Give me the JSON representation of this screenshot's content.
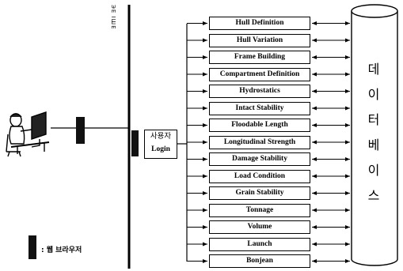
{
  "server_label": "ЭE IШE",
  "login": {
    "line1": "사용자",
    "line2": "Login"
  },
  "modules": [
    "Hull Definition",
    "Hull Variation",
    "Frame Building",
    "Compartment Definition",
    "Hydrostatics",
    "Intact Stability",
    "Floodable Length",
    "Longitudinal Strength",
    "Damage Stability",
    "Load Condition",
    "Grain Stability",
    "Tonnage",
    "Volume",
    "Launch",
    "Bonjean"
  ],
  "database_chars": [
    "데",
    "이",
    "터",
    "베",
    "이",
    "스"
  ],
  "legend": ": 웹 브라우저",
  "icons": [
    "user-at-computer-icon",
    "browser-block-icon",
    "database-cylinder-icon"
  ]
}
